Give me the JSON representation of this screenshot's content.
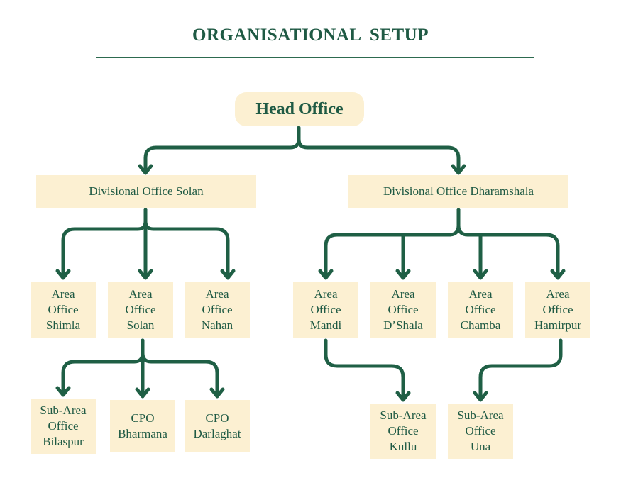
{
  "title": "ORGANISATIONAL  SETUP",
  "head_office": "Head Office",
  "divisional": {
    "solan": "Divisional Office Solan",
    "dharamshala": "Divisional Office Dharamshala"
  },
  "areas": {
    "shimla": "Area\nOffice\nShimla",
    "solan": "Area\nOffice\nSolan",
    "nahan": "Area\nOffice\nNahan",
    "mandi": "Area\nOffice\nMandi",
    "dshala": "Area\nOffice\nD’Shala",
    "chamba": "Area\nOffice\nChamba",
    "hamirpur": "Area\nOffice\nHamirpur"
  },
  "sub_units": {
    "bilaspur": "Sub-Area\nOffice\nBilaspur",
    "bharmana": "CPO\nBharmana",
    "darlaghat": "CPO\nDarlaghat",
    "kullu": "Sub-Area\nOffice\nKullu",
    "una": "Sub-Area\nOffice\nUna"
  },
  "colors": {
    "connector": "#1f5f45",
    "box_fill": "#fcf0d2",
    "text": "#1f5a44"
  }
}
